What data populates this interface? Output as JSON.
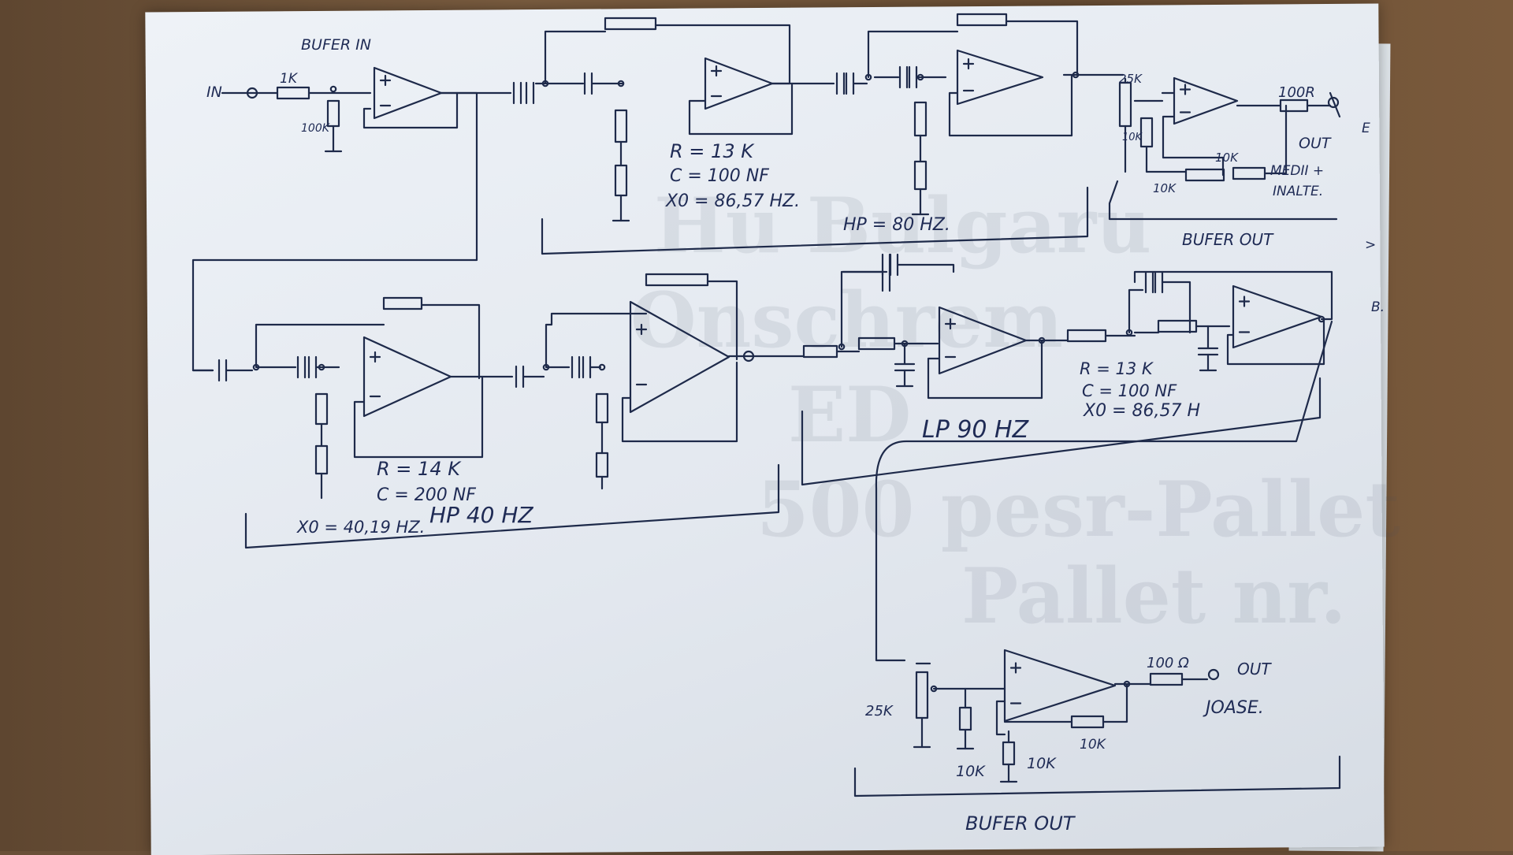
{
  "colors": {
    "ink": "#1e2a4a",
    "paper": "#e8ecf1",
    "desk": "#6a5038"
  },
  "ghost_print": [
    "Hu Bulgaru",
    "Onschrem",
    "ED",
    "500 pesr-Pallet",
    "Pallet nr."
  ],
  "labels": {
    "buffer_in": "BUFER IN",
    "in": "IN",
    "r_1k": "1K",
    "r_100k": "100K",
    "hp1_r": "R = 13 K",
    "hp1_c": "C = 100 NF",
    "hp1_fc": "X0 = 86,57 HZ.",
    "hp1_title": "HP = 80 HZ.",
    "pot_25k_top": "25K",
    "r_100r": "100R",
    "out_top": "OUT",
    "r_10k_a": "10K",
    "r_10k_b": "10K",
    "r_10k_c": "10K",
    "out_top_note1": "MEDII +",
    "out_top_note2": "INALTE.",
    "buffer_out_top": "BUFER OUT",
    "hp2_r": "R = 14 K",
    "hp2_c": "C = 200 NF",
    "hp2_fc": "X0 = 40,19 HZ.",
    "hp2_title": "HP  40 HZ",
    "lp_r": "R = 13 K",
    "lp_c": "C = 100 NF",
    "lp_title": "LP  90 HZ",
    "lp_fc": "X0 = 86,57 H",
    "pot_25k_bottom": "25K",
    "r_100ohm": "100 Ω",
    "out_bottom": "OUT",
    "out_bottom_note": "JOASE.",
    "r_10k_d": "10K",
    "r_10k_e": "10K",
    "r_10k_f": "10K",
    "buffer_out_bottom": "BUFER OUT",
    "margin_e": "E",
    "margin_arrow": ">",
    "margin_b": "B."
  }
}
